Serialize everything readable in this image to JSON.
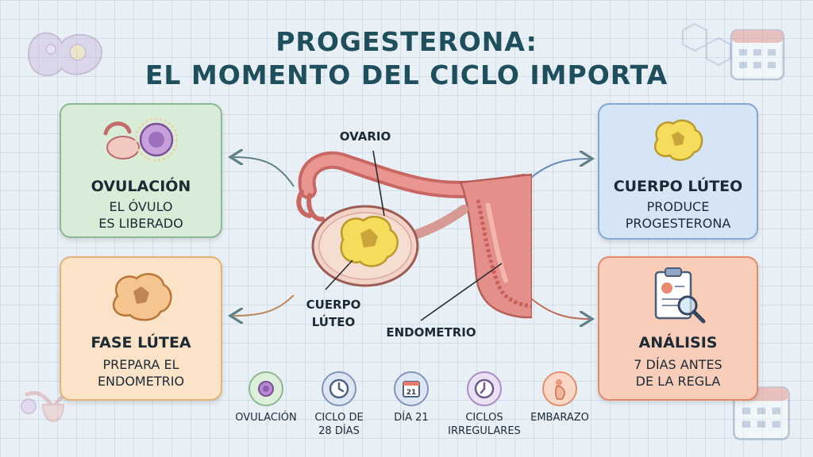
{
  "title": {
    "line1": "PROGESTERONA:",
    "line2": "EL MOMENTO DEL CICLO IMPORTA"
  },
  "cards": {
    "ovulacion": {
      "title": "OVULACIÓN",
      "line1": "EL ÓVULO",
      "line2": "ES LIBERADO"
    },
    "fase_lutea": {
      "title": "FASE LÚTEA",
      "line1": "PREPARA EL",
      "line2": "ENDOMETRIO"
    },
    "cuerpo_luteo": {
      "title": "CUERPO LÚTEO",
      "line1": "PRODUCE",
      "line2": "PROGESTERONA"
    },
    "analisis": {
      "title": "ANÁLISIS",
      "line1": "7 DÍAS ANTES",
      "line2": "DE LA REGLA"
    }
  },
  "diagram_labels": {
    "ovario": "OVARIO",
    "cuerpo_luteo_1": "CUERPO",
    "cuerpo_luteo_2": "LÚTEO",
    "endometrio": "ENDOMETRIO"
  },
  "bottom_icons": [
    {
      "label1": "OVULACIÓN",
      "label2": ""
    },
    {
      "label1": "CICLO DE",
      "label2": "28 DÍAS"
    },
    {
      "label1": "DÍA 21",
      "label2": "",
      "calendar_number": "21"
    },
    {
      "label1": "CICLOS",
      "label2": "IRREGULARES"
    },
    {
      "label1": "EMBARAZO",
      "label2": ""
    }
  ],
  "colors": {
    "title": "#1f4f5c",
    "green_card": "#d9ecd7",
    "orange_card": "#fbe3c7",
    "blue_card": "#d6e5f5",
    "coral_card": "#f8cdb9",
    "tissue": "#e48f8a",
    "corpus": "#f5dc5a"
  }
}
